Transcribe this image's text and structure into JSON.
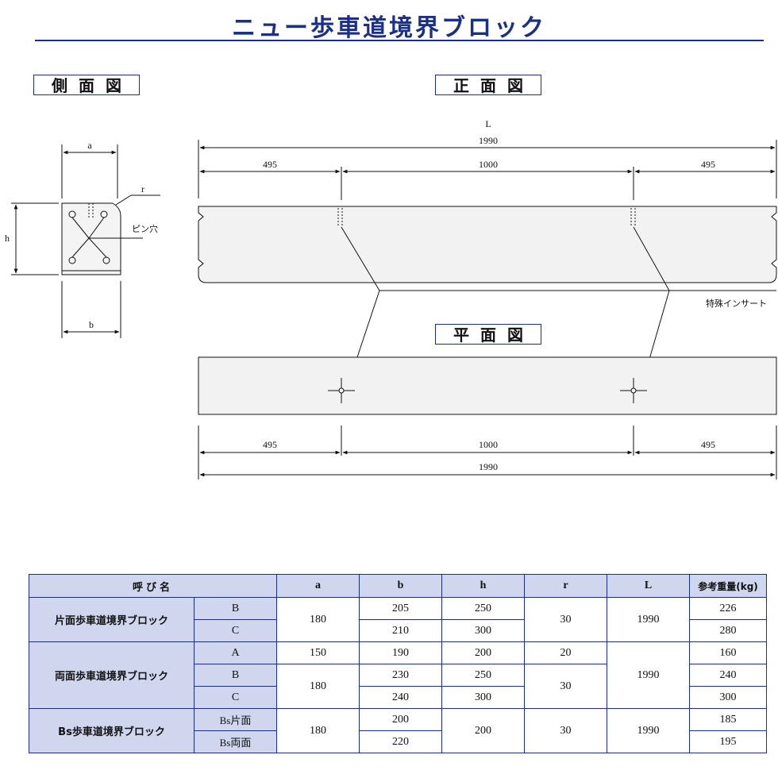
{
  "title": "ニュー歩車道境界ブロック",
  "labels": {
    "side_view": "側面図",
    "front_view": "正面図",
    "plan_view": "平面図"
  },
  "side_view": {
    "a": "a",
    "b": "b",
    "h": "h",
    "r": "r",
    "pin_hole": "ピン穴"
  },
  "front_view": {
    "L": "L",
    "total": "1990",
    "left": "495",
    "mid": "1000",
    "right": "495",
    "insert": "特殊インサート"
  },
  "plan_view": {
    "left": "495",
    "mid": "1000",
    "right": "495",
    "total": "1990"
  },
  "table": {
    "headers": [
      "呼び名",
      "a",
      "b",
      "h",
      "r",
      "L",
      "参考重量(kg)"
    ],
    "groups": [
      {
        "name": "片面歩車道境界ブロック",
        "types": [
          "B",
          "C"
        ]
      },
      {
        "name": "両面歩車道境界ブロック",
        "types": [
          "A",
          "B",
          "C"
        ]
      },
      {
        "name": "Bs歩車道境界ブロック",
        "types": [
          "Bs片面",
          "Bs両面"
        ]
      }
    ],
    "cells": {
      "g1_a": "180",
      "g1_b1": "205",
      "g1_b2": "210",
      "g1_h1": "250",
      "g1_h2": "300",
      "g1_r": "30",
      "g1_L": "1990",
      "g1_w1": "226",
      "g1_w2": "280",
      "g2_a1": "150",
      "g2_a23": "180",
      "g2_b1": "190",
      "g2_b2": "230",
      "g2_b3": "240",
      "g2_h1": "200",
      "g2_h2": "250",
      "g2_h3": "300",
      "g2_r1": "20",
      "g2_r23": "30",
      "g2_L": "1990",
      "g2_w1": "160",
      "g2_w2": "240",
      "g2_w3": "300",
      "g3_a": "180",
      "g3_b1": "200",
      "g3_b2": "220",
      "g3_h": "200",
      "g3_r": "30",
      "g3_L": "1990",
      "g3_w1": "185",
      "g3_w2": "195"
    }
  }
}
